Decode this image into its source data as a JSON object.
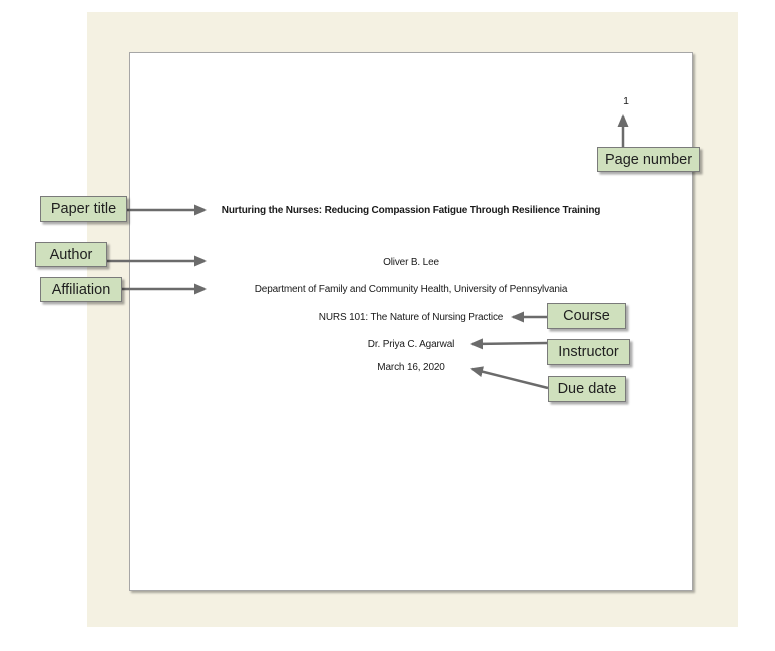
{
  "page": {
    "page_number": "1",
    "title": "Nurturing the Nurses: Reducing Compassion Fatigue Through Resilience Training",
    "author": "Oliver B. Lee",
    "affiliation": "Department of Family and Community Health, University of Pennsylvania",
    "course": "NURS 101: The Nature of Nursing Practice",
    "instructor": "Dr. Priya C. Agarwal",
    "due_date": "March 16, 2020"
  },
  "labels": {
    "page_number": "Page number",
    "paper_title": "Paper title",
    "author": "Author",
    "affiliation": "Affiliation",
    "course": "Course",
    "instructor": "Instructor",
    "due_date": "Due date"
  },
  "colors": {
    "mat_background": "#f4f1e2",
    "page_background": "#ffffff",
    "page_border": "#a6a6a6",
    "label_fill": "#cfe0bd",
    "label_border": "#7a7a7a",
    "arrow": "#6b6b6b",
    "text": "#1a1a1a"
  }
}
